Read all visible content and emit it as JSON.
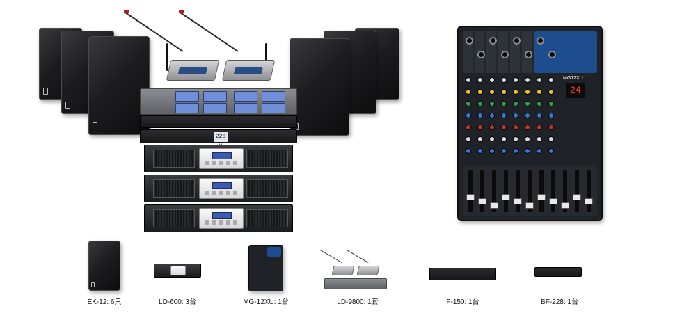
{
  "products": [
    {
      "id": "ek12",
      "caption": "EK-12: 6只"
    },
    {
      "id": "ld600",
      "caption": "LD-600: 3台"
    },
    {
      "id": "mg12xu",
      "caption": "MG-12XU: 1台"
    },
    {
      "id": "ld9800",
      "caption": "LD-9800: 1套"
    },
    {
      "id": "f150",
      "caption": "F-150: 1台"
    },
    {
      "id": "bf228",
      "caption": "BF-228: 1台"
    }
  ],
  "displays": {
    "power_voltage": "220 V",
    "mixer_model": "MG12XU",
    "mixer_counter": "24"
  },
  "colors": {
    "speaker_body": "#1d1d1f",
    "screen_blue": "#6f8fd8",
    "mixer_blue": "#1d4c8f",
    "mic_tip_red": "#b51d1d"
  },
  "icons": [
    "speaker",
    "wireless-receiver",
    "conference-microphone",
    "power-sequencer",
    "power-amplifier",
    "mixing-console",
    "feedback-suppressor",
    "processor"
  ]
}
